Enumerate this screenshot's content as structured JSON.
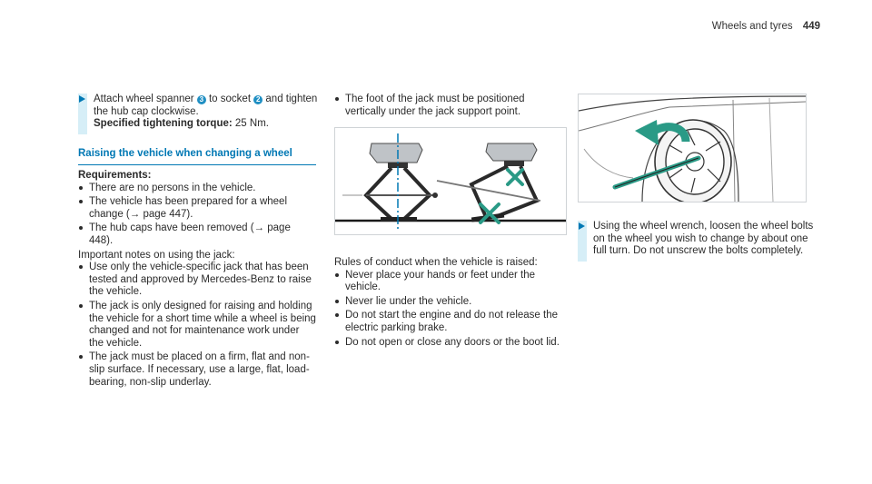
{
  "header": {
    "section": "Wheels and tyres",
    "page": "449"
  },
  "col1": {
    "step1": {
      "pre": "Attach wheel spanner ",
      "ref1": "3",
      "mid": " to socket ",
      "ref2": "2",
      "post": " and tighten the hub cap clockwise.",
      "spec_label": "Specified tightening torque:",
      "spec_value": " 25 Nm."
    },
    "section_title": "Raising the vehicle when changing a wheel",
    "requirements_label": "Requirements:",
    "requirements": [
      "There are no persons in the vehicle.",
      "The vehicle has been prepared for a wheel change (→ page 447).",
      "The hub caps have been removed (→ page 448)."
    ],
    "notes_intro": "Important notes on using the jack:",
    "notes": [
      "Use only the vehicle-specific jack that has been tested and approved by Mercedes-Benz to raise the vehicle.",
      "The jack is only designed for raising and holding the vehicle for a short time while a wheel is being changed and not for maintenance work under the vehicle.",
      "The jack must be placed on a firm, flat and non-slip surface. If necessary, use a large, flat, load-bearing, non-slip underlay."
    ]
  },
  "col2": {
    "top_bullets": [
      "The foot of the jack must be positioned vertically under the jack support point."
    ],
    "rules_intro": "Rules of conduct when the vehicle is raised:",
    "rules": [
      "Never place your hands or feet under the vehicle.",
      "Never lie under the vehicle.",
      "Do not start the engine and do not release the electric parking brake.",
      "Do not open or close any doors or the boot lid."
    ]
  },
  "col3": {
    "step": "Using the wheel wrench, loosen the wheel bolts on the wheel you wish to change by about one full turn. Do not unscrew the bolts completely."
  },
  "colors": {
    "accent": "#0078b4",
    "step_bar": "#d6eef7",
    "mark_green": "#2a9a86"
  }
}
